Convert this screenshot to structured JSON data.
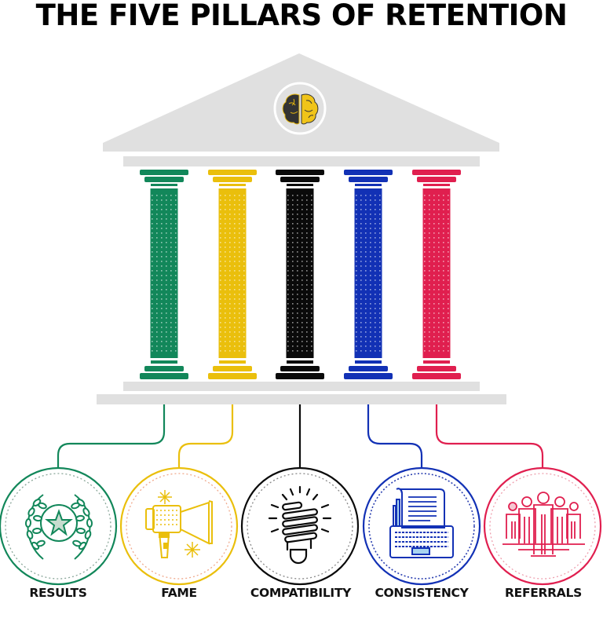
{
  "title": "THE FIVE PILLARS OF RETENTION",
  "colors": {
    "roof": "#e0e0e0",
    "green": "#12875a",
    "yellow": "#eabf0c",
    "black": "#0a0a0a",
    "blue": "#1231b5",
    "red": "#e01f4f",
    "brain_dark": "#333333",
    "brain_light": "#f0c419"
  },
  "roof_icon": "brain-icon",
  "pillars": [
    {
      "label": "RESULTS",
      "color": "#12875a",
      "icon": "laurel-star-icon"
    },
    {
      "label": "FAME",
      "color": "#eabf0c",
      "icon": "megaphone-icon"
    },
    {
      "label": "COMPATIBILITY",
      "color": "#0a0a0a",
      "icon": "lightbulb-icon"
    },
    {
      "label": "CONSISTENCY",
      "color": "#1231b5",
      "icon": "typewriter-icon"
    },
    {
      "label": "REFERRALS",
      "color": "#e01f4f",
      "icon": "people-group-icon"
    }
  ]
}
